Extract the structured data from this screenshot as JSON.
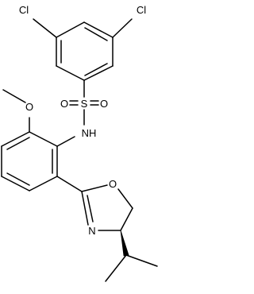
{
  "structure": {
    "atoms": {
      "cl_left": "Cl",
      "cl_right": "Cl",
      "sulfur": "S",
      "sulfonyl_o_left": "O",
      "sulfonyl_o_right": "O",
      "nh": "NH",
      "methoxy_o": "O",
      "oxazoline_o": "O",
      "oxazoline_n": "N"
    }
  },
  "colors": {
    "ink": "#000000",
    "background": "#ffffff"
  }
}
